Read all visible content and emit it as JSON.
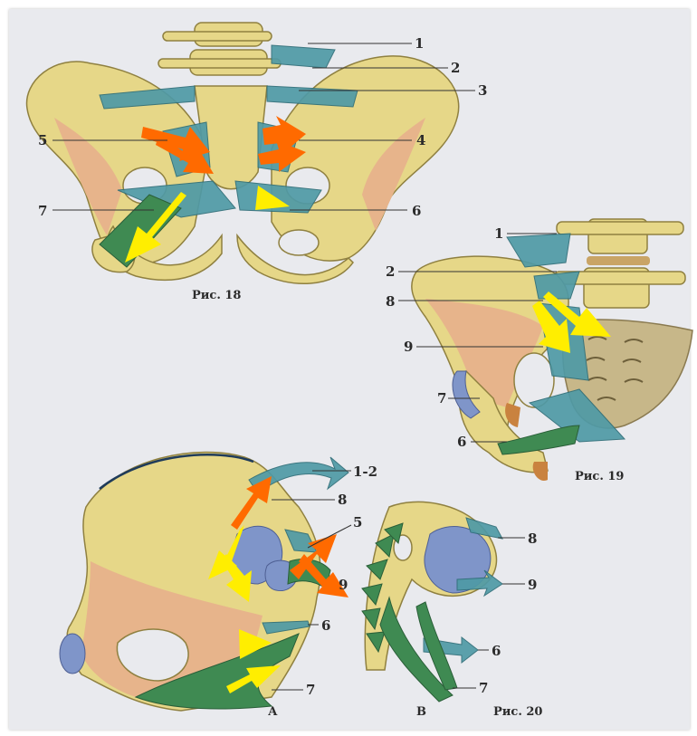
{
  "figures": {
    "fig18": {
      "caption": "Рис. 18",
      "labels": [
        "1",
        "2",
        "3",
        "4",
        "5",
        "6",
        "7"
      ]
    },
    "fig19": {
      "caption": "Рис. 19",
      "labels": [
        "1",
        "2",
        "8",
        "9",
        "7",
        "6"
      ]
    },
    "fig20": {
      "caption": "Рис. 20",
      "part_a": "А",
      "part_b": "В",
      "labels_a": [
        "1-2",
        "8",
        "5",
        "9",
        "6",
        "7"
      ],
      "labels_b": [
        "8",
        "9",
        "6",
        "7"
      ]
    }
  },
  "colors": {
    "bone": "#e6d788",
    "ligament": "#4f9aa6",
    "muscle": "#3f8a52",
    "cartilage": "#7f95c9",
    "arrow_orange": "#ff6a00",
    "arrow_yellow": "#ffee00"
  }
}
